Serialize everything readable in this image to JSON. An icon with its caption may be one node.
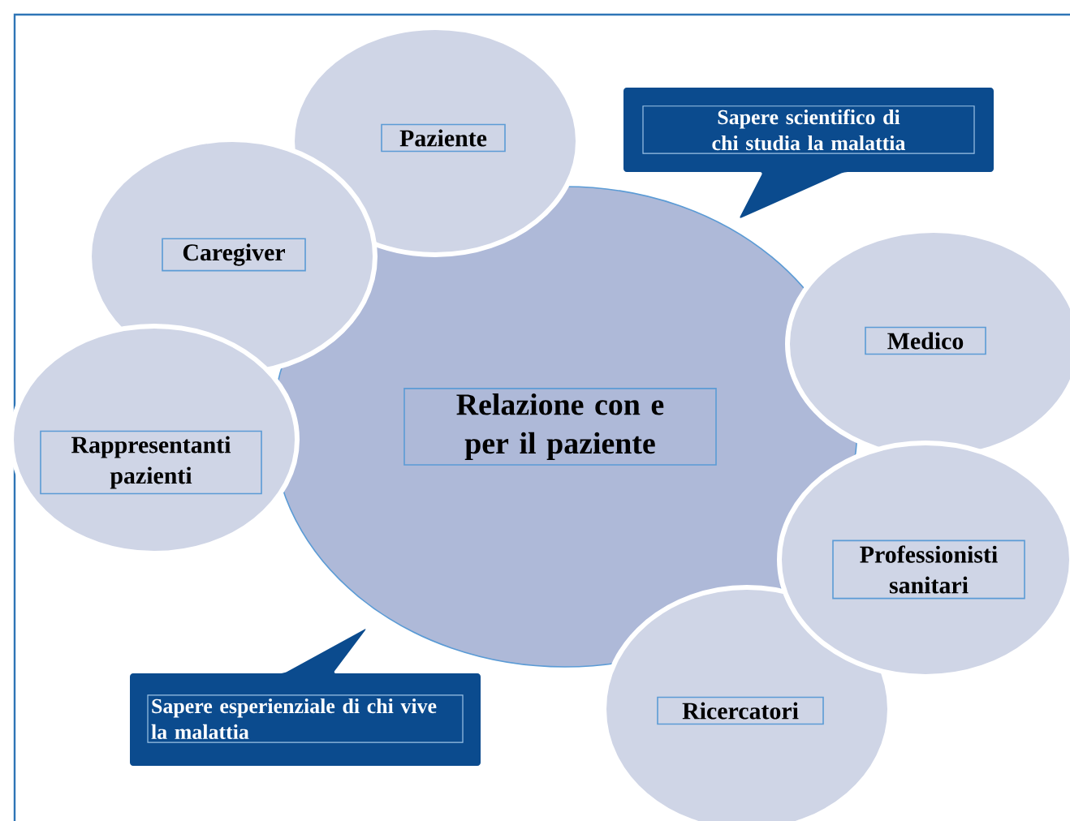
{
  "diagram": {
    "nodes": [
      {
        "text": [
          "Paziente"
        ]
      },
      {
        "text": [
          "Sapere scientifico di chi studia la malattia"
        ]
      },
      {
        "text": [
          "Caregiver"
        ]
      },
      {
        "text": [
          "Medico"
        ]
      },
      {
        "text": [
          "Relazione con e per il paziente"
        ]
      },
      {
        "text": [
          "Rappresentanti pazienti"
        ]
      },
      {
        "text": [
          "Professionisti sanitari"
        ]
      },
      {
        "text": [
          "Sapere esperienziale di chi vive la malattia"
        ]
      },
      {
        "text": [
          "Ricercatori"
        ]
      }
    ]
  }
}
